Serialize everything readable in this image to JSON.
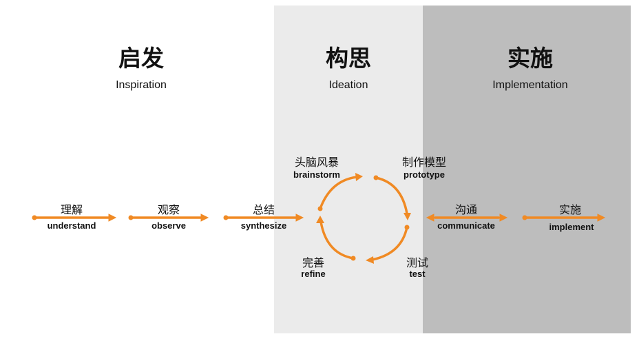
{
  "colors": {
    "arrow": "#f08a24",
    "inspiration_bg": "#ffffff",
    "ideation_bg": "#ebebeb",
    "implementation_bg": "#bdbdbd",
    "text": "#111111"
  },
  "phases": {
    "inspiration": {
      "zh": "启发",
      "en": "Inspiration"
    },
    "ideation": {
      "zh": "构思",
      "en": "Ideation"
    },
    "implementation": {
      "zh": "实施",
      "en": "Implementation"
    }
  },
  "steps": {
    "understand": {
      "zh": "理解",
      "en": "understand"
    },
    "observe": {
      "zh": "观察",
      "en": "observe"
    },
    "synthesize": {
      "zh": "总结",
      "en": "synthesize"
    },
    "brainstorm": {
      "zh": "头脑风暴",
      "en": "brainstorm"
    },
    "prototype": {
      "zh": "制作模型",
      "en": "prototype"
    },
    "test": {
      "zh": "测试",
      "en": "test"
    },
    "refine": {
      "zh": "完善",
      "en": "refine"
    },
    "communicate": {
      "zh": "沟通",
      "en": "communicate"
    },
    "implement": {
      "zh": "实施",
      "en": "implement"
    }
  }
}
